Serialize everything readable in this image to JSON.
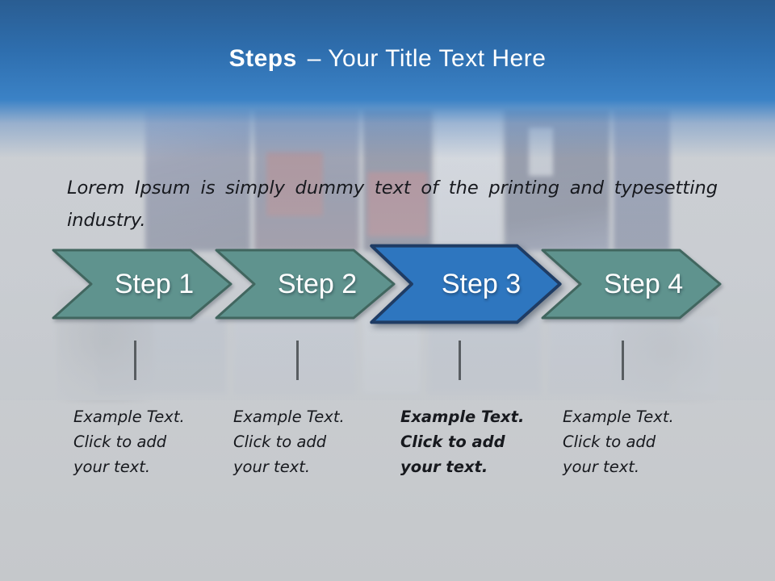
{
  "slide": {
    "title": {
      "bold": "Steps",
      "rest": "– Your Title Text Here"
    },
    "intro": "Lorem Ipsum is simply dummy text of the printing and typesetting\nindustry.",
    "steps": [
      {
        "label": "Step 1",
        "caption": "Example Text.\nClick  to add\nyour text.",
        "highlighted": false
      },
      {
        "label": "Step 2",
        "caption": "Example Text.\nClick  to add\nyour text.",
        "highlighted": false
      },
      {
        "label": "Step 3",
        "caption": "Example Text.\nClick  to add\nyour text.",
        "highlighted": true
      },
      {
        "label": "Step 4",
        "caption": "Example Text.\nClick  to add\nyour text.",
        "highlighted": false
      }
    ]
  },
  "colors": {
    "header_top": "#2a5d92",
    "header_mid": "#2e6eae",
    "header_bottom": "#3b82c6",
    "title_text": "#ffffff",
    "step_fill": "#5f938e",
    "step_stroke": "#41665f",
    "active_fill": "#2e76bf",
    "active_stroke": "#1f3c64",
    "step_label_text": "#ffffff",
    "body_text": "#17191e",
    "tick": "#585d61"
  }
}
